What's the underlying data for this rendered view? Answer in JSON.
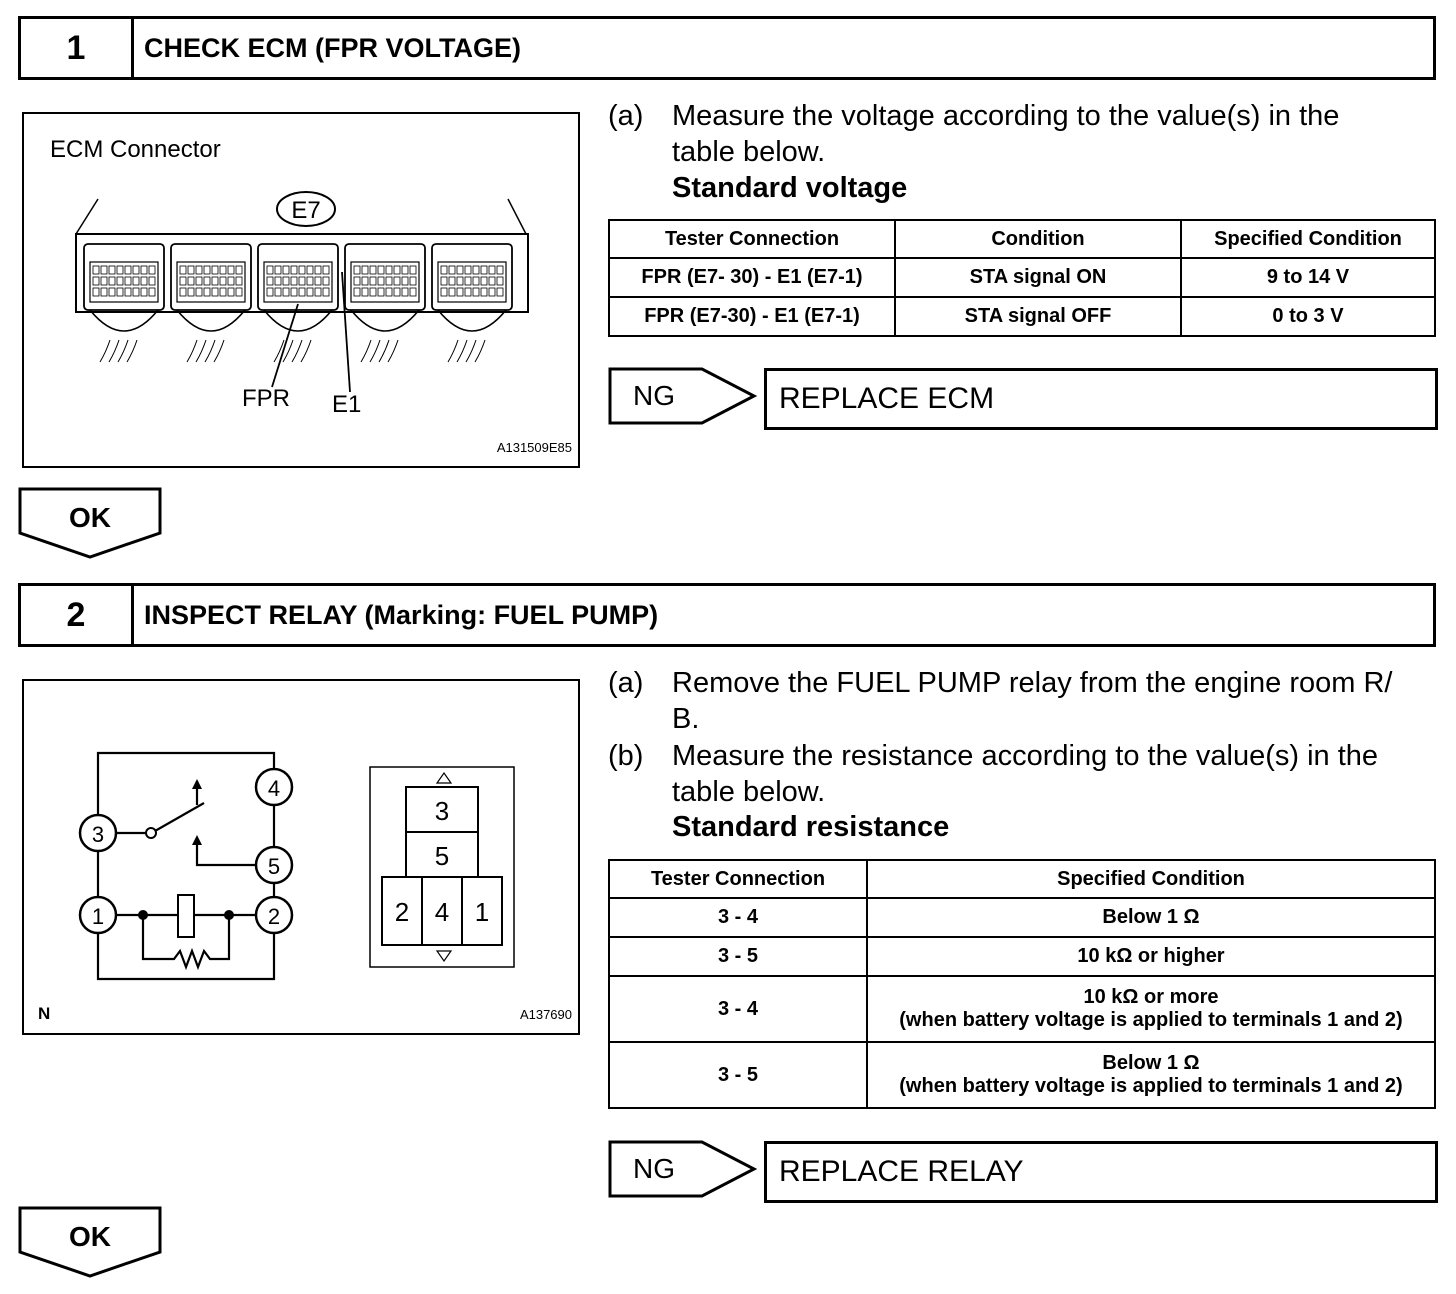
{
  "step1": {
    "number": "1",
    "title": "CHECK ECM (FPR VOLTAGE)",
    "figure": {
      "caption": "ECM Connector",
      "connector_tag": "E7",
      "label_fpr": "FPR",
      "label_e1": "E1",
      "figure_code": "A131509E85"
    },
    "instr_a_label": "(a)",
    "instr_a_line1": "Measure the voltage according to the value(s) in the",
    "instr_a_line2": "table below.",
    "standard_label": "Standard voltage",
    "table": {
      "headers": [
        "Tester Connection",
        "Condition",
        "Specified Condition"
      ],
      "rows": [
        [
          "FPR (E7- 30) - E1 (E7-1)",
          "STA signal ON",
          "9 to 14 V"
        ],
        [
          "FPR (E7-30) - E1 (E7-1)",
          "STA signal OFF",
          "0 to 3 V"
        ]
      ]
    },
    "ng_label": "NG",
    "ng_result": "REPLACE ECM",
    "ok_label": "OK"
  },
  "step2": {
    "number": "2",
    "title": "INSPECT RELAY (Marking: FUEL PUMP)",
    "figure": {
      "terminals": [
        "3",
        "4",
        "5",
        "1",
        "2"
      ],
      "pinout": [
        "3",
        "5",
        "2",
        "4",
        "1"
      ],
      "corner_label": "N",
      "figure_code": "A137690"
    },
    "instr_a_label": "(a)",
    "instr_a_line1": "Remove the FUEL PUMP relay from the engine room R/",
    "instr_a_line2": "B.",
    "instr_b_label": "(b)",
    "instr_b_line1": "Measure the resistance according to the value(s) in the",
    "instr_b_line2": "table below.",
    "standard_label": "Standard resistance",
    "table": {
      "headers": [
        "Tester Connection",
        "Specified Condition"
      ],
      "rows": [
        {
          "conn": "3 - 4",
          "cond1": "Below 1 Ω",
          "cond2": ""
        },
        {
          "conn": "3 - 5",
          "cond1": "10 kΩ or higher",
          "cond2": ""
        },
        {
          "conn": "3 - 4",
          "cond1": "10 kΩ or more",
          "cond2": "(when battery voltage is applied to terminals 1 and 2)"
        },
        {
          "conn": "3 - 5",
          "cond1": "Below 1 Ω",
          "cond2": "(when battery voltage is applied to terminals 1 and 2)"
        }
      ]
    },
    "ng_label": "NG",
    "ng_result": "REPLACE RELAY",
    "ok_label": "OK"
  }
}
